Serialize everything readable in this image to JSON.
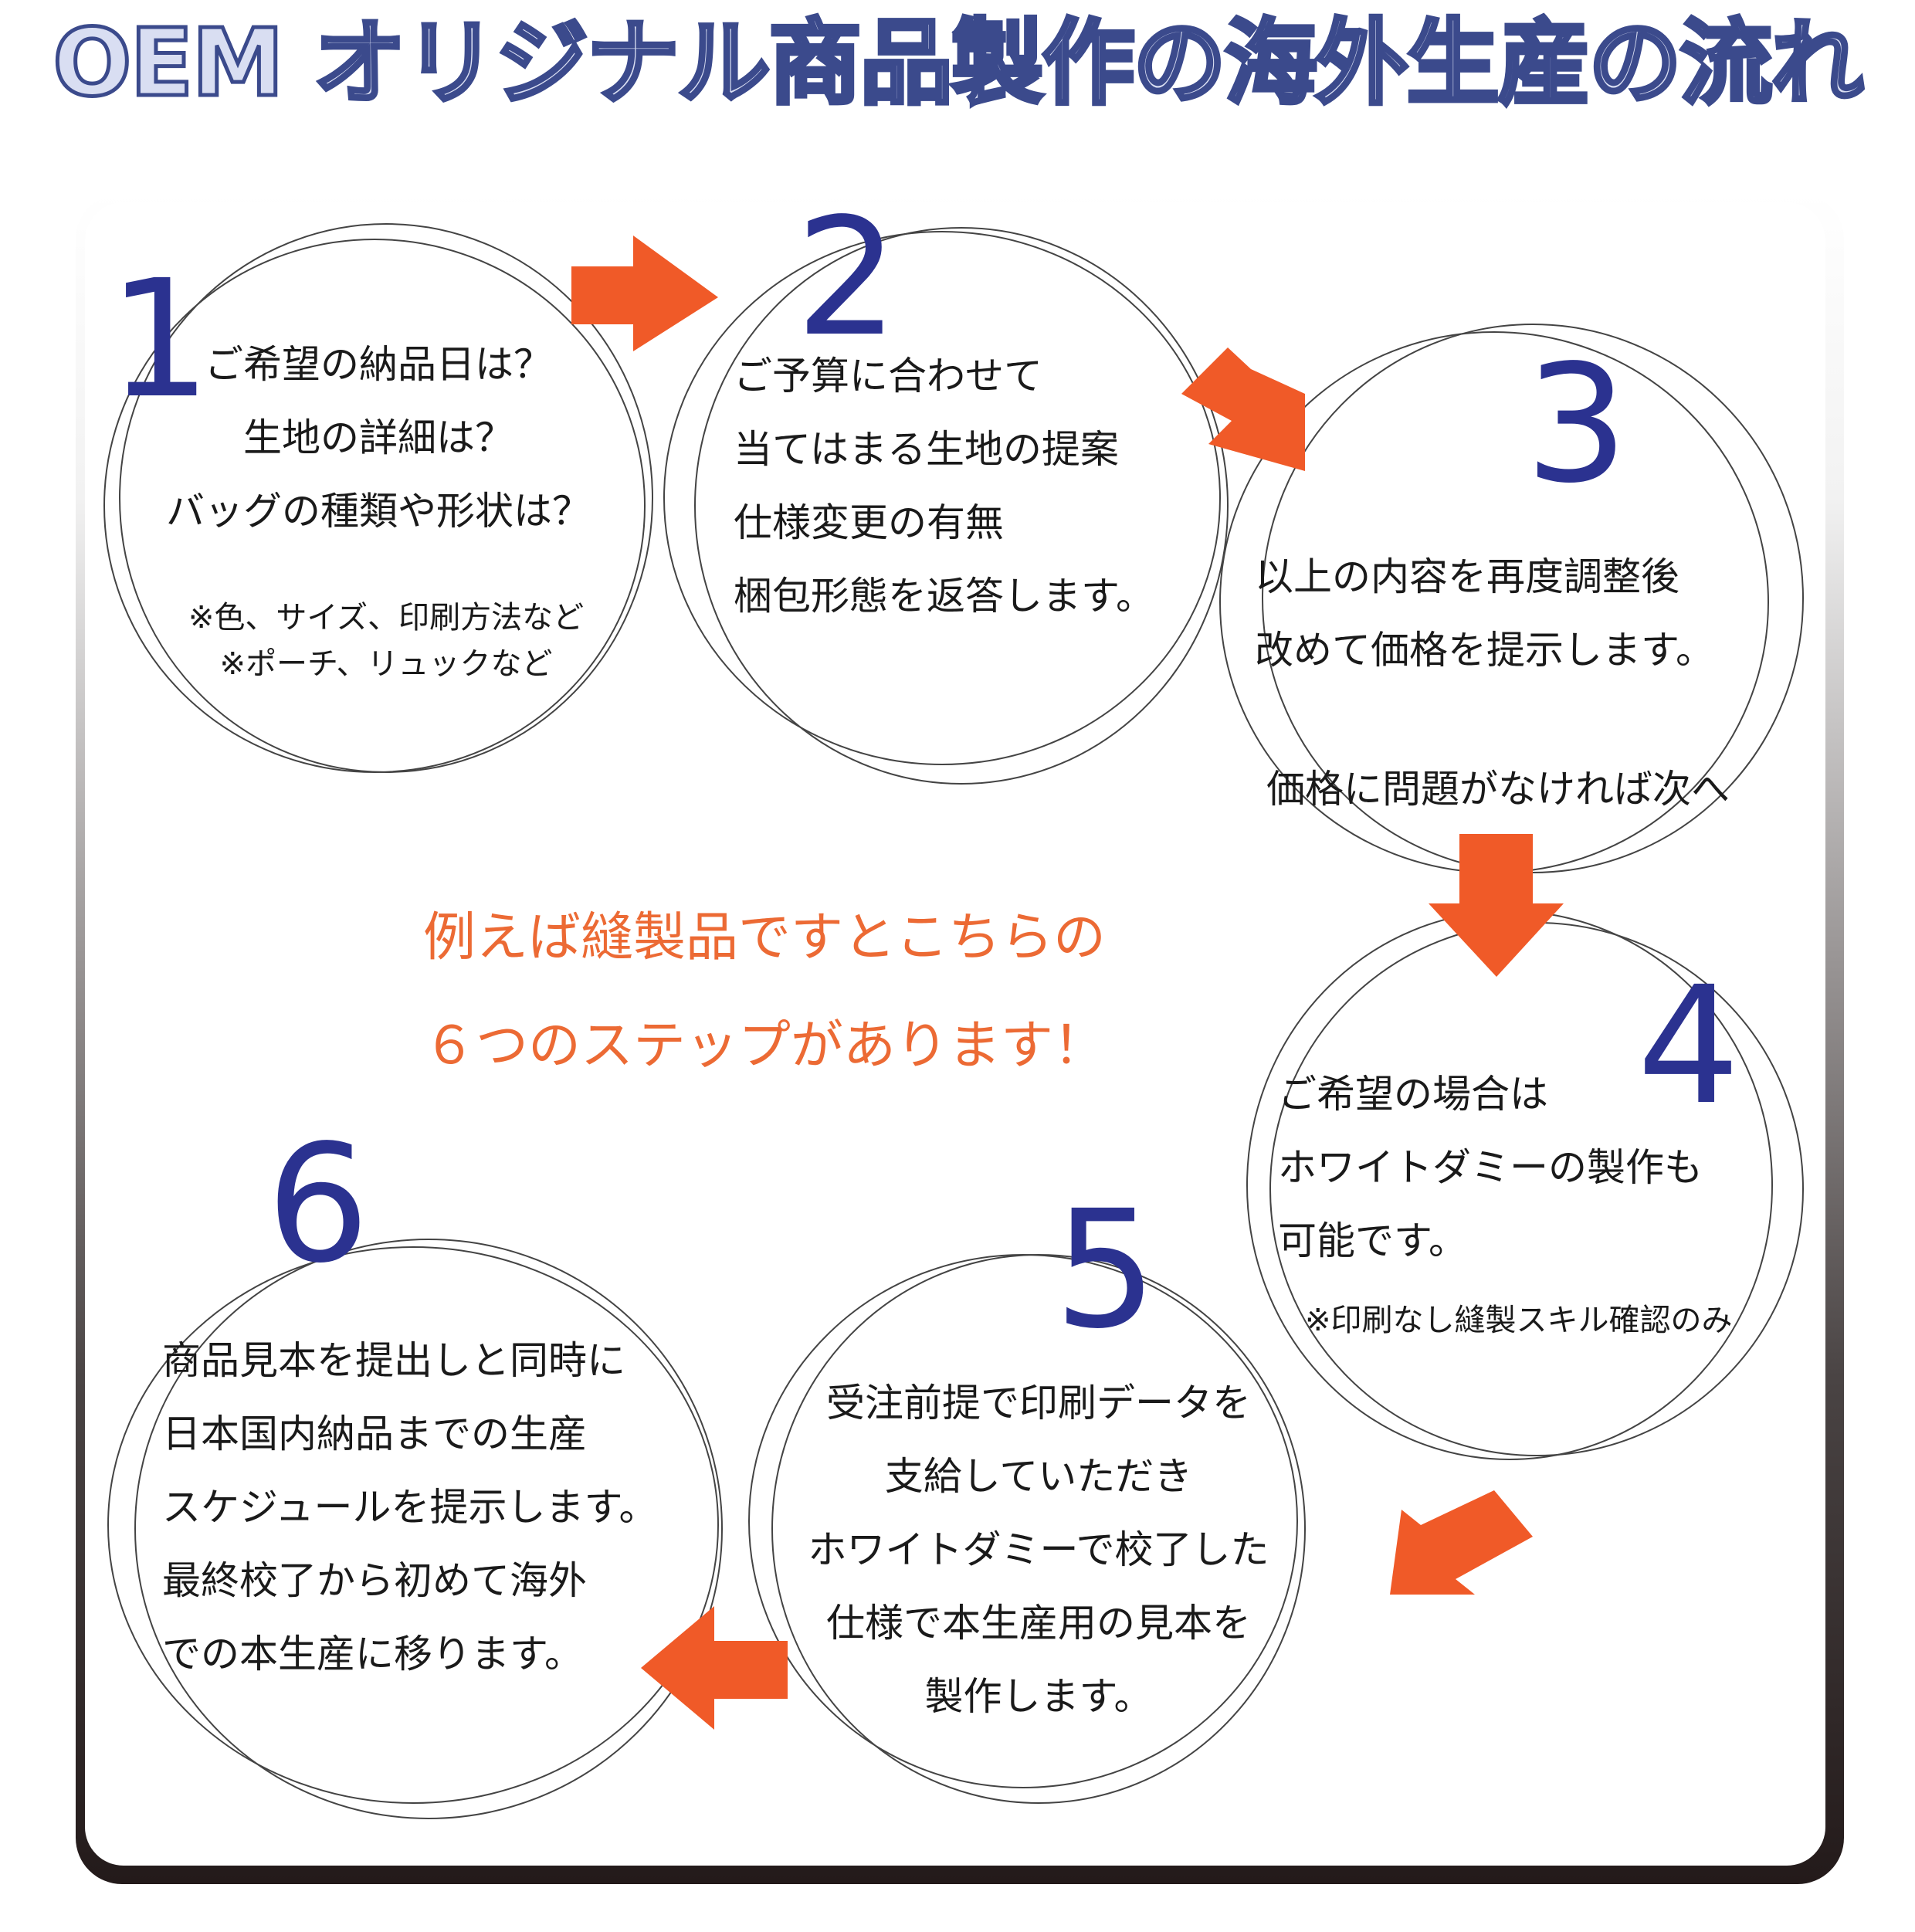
{
  "title": "OEM オリジナル商品製作の海外生産の流れ",
  "intro": [
    "例えば縫製品ですとこちらの",
    "６つのステップがあります！"
  ],
  "colors": {
    "number": "#2b3290",
    "arrow": "#f05a28",
    "intro_text": "#ec6a34",
    "title_stroke": "#3b4a8c"
  },
  "steps": [
    {
      "number": "1",
      "lines": [
        "ご希望の納品日は？",
        "生地の詳細は？",
        "バッグの種類や形状は？"
      ],
      "notes": [
        "※色、サイズ、印刷方法など",
        "※ポーチ、リュックなど"
      ]
    },
    {
      "number": "2",
      "lines": [
        "ご予算に合わせて",
        "当てはまる生地の提案",
        "仕様変更の有無",
        "梱包形態を返答します。"
      ]
    },
    {
      "number": "3",
      "lines": [
        "以上の内容を再度調整後",
        "改めて価格を提示します。"
      ],
      "after": "価格に問題がなければ次へ"
    },
    {
      "number": "4",
      "lines": [
        "ご希望の場合は",
        "ホワイトダミーの製作も",
        "可能です。"
      ],
      "notes": [
        "※印刷なし縫製スキル確認のみ"
      ]
    },
    {
      "number": "5",
      "lines": [
        "受注前提で印刷データを",
        "支給していただき",
        "ホワイトダミーで校了した",
        "仕様で本生産用の見本を",
        "製作します。"
      ]
    },
    {
      "number": "6",
      "lines": [
        "商品見本を提出しと同時に",
        "日本国内納品までの生産",
        "スケジュールを提示します。",
        "最終校了から初めて海外",
        "での本生産に移ります。"
      ]
    }
  ]
}
